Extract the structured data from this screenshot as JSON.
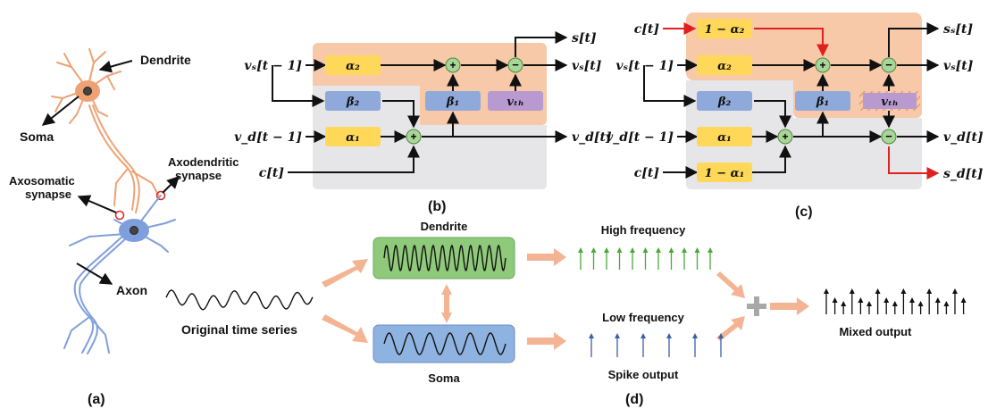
{
  "panel_a": {
    "dendrite": "Dendrite",
    "soma": "Soma",
    "axosomatic_line1": "Axosomatic",
    "axosomatic_line2": "synapse",
    "axodendritic_line1": "Axodendritic",
    "axodendritic_line2": "synapse",
    "axon": "Axon",
    "caption": "(a)"
  },
  "panel_b": {
    "in_vs": "vₛ[t − 1]",
    "in_vd": "v_d[t − 1]",
    "in_c": "c[t]",
    "alpha2": "α₂",
    "beta2": "β₂",
    "alpha1": "α₁",
    "beta1": "β₁",
    "vth": "vₜₕ",
    "out_s": "s[t]",
    "out_vs": "vₛ[t]",
    "out_vd": "v_d[t]",
    "caption": "(b)"
  },
  "panel_c": {
    "in_c_top": "c[t]",
    "in_vs": "vₛ[t − 1]",
    "in_vd": "v_d[t − 1]",
    "in_c": "c[t]",
    "one_minus_alpha2": "1 − α₂",
    "alpha2": "α₂",
    "beta2": "β₂",
    "alpha1": "α₁",
    "one_minus_alpha1": "1 − α₁",
    "beta1": "β₁",
    "vth": "vₜₕ",
    "out_ss": "sₛ[t]",
    "out_vs": "vₛ[t]",
    "out_vd": "v_d[t]",
    "out_sd": "s_d[t]",
    "caption": "(c)"
  },
  "panel_d": {
    "original": "Original time series",
    "dendrite": "Dendrite",
    "soma": "Soma",
    "high": "High frequency",
    "low": "Low frequency",
    "spike_output": "Spike output",
    "mixed": "Mixed output",
    "caption": "(d)"
  },
  "colors": {
    "orange_bg": "#f7c9a8",
    "gray_bg": "#e6e5e8",
    "yellow": "#ffd85a",
    "blue_box": "#8fa9db",
    "purple": "#b89ad0",
    "green_node": "#a9d49a",
    "red": "#e02020",
    "dendrite_green": "#8fc97a",
    "soma_blue": "#8fb3e0",
    "arrow_peach": "#f4b393",
    "neuron_orange": "#eea274",
    "neuron_blue": "#7f9fdc"
  }
}
